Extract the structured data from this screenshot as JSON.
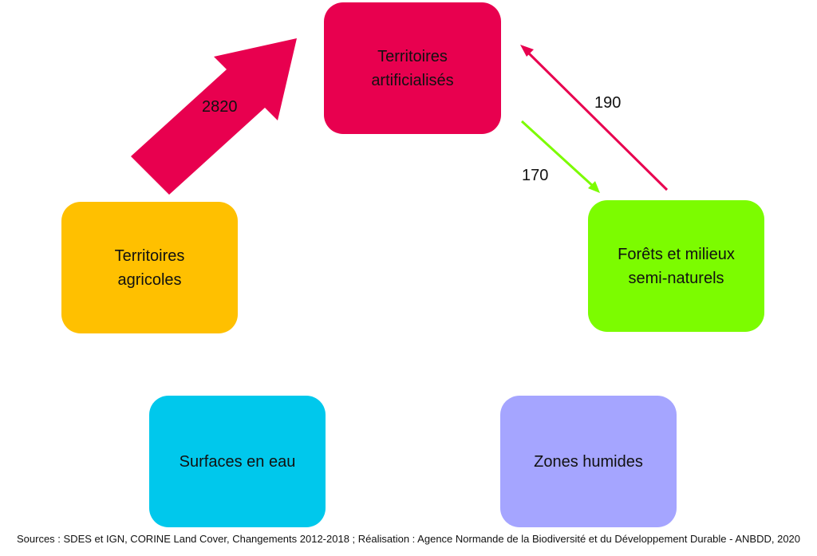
{
  "nodes": {
    "artificialises": {
      "label": "Territoires\nartificialisés",
      "color": "#e8004f"
    },
    "agricoles": {
      "label": "Territoires\nagricoles",
      "color": "#ffc000"
    },
    "forets": {
      "label": "Forêts et milieux\nsemi-naturels",
      "color": "#7cfc00"
    },
    "eau": {
      "label": "Surfaces en eau",
      "color": "#00c8ec"
    },
    "humides": {
      "label": "Zones humides",
      "color": "#a5a5ff"
    }
  },
  "flows": [
    {
      "from": "Territoires agricoles",
      "to": "Territoires artificialisés",
      "value": "2820",
      "color": "#e8004f"
    },
    {
      "from": "Forêts et milieux semi-naturels",
      "to": "Territoires artificialisés",
      "value": "190",
      "color": "#e8004f"
    },
    {
      "from": "Territoires artificialisés",
      "to": "Forêts et milieux semi-naturels",
      "value": "170",
      "color": "#7cfc00"
    }
  ],
  "source": "Sources : SDES et IGN, CORINE Land Cover, Changements 2012-2018 ; Réalisation : Agence Normande de la Biodiversité et du Développement Durable - ANBDD, 2020"
}
